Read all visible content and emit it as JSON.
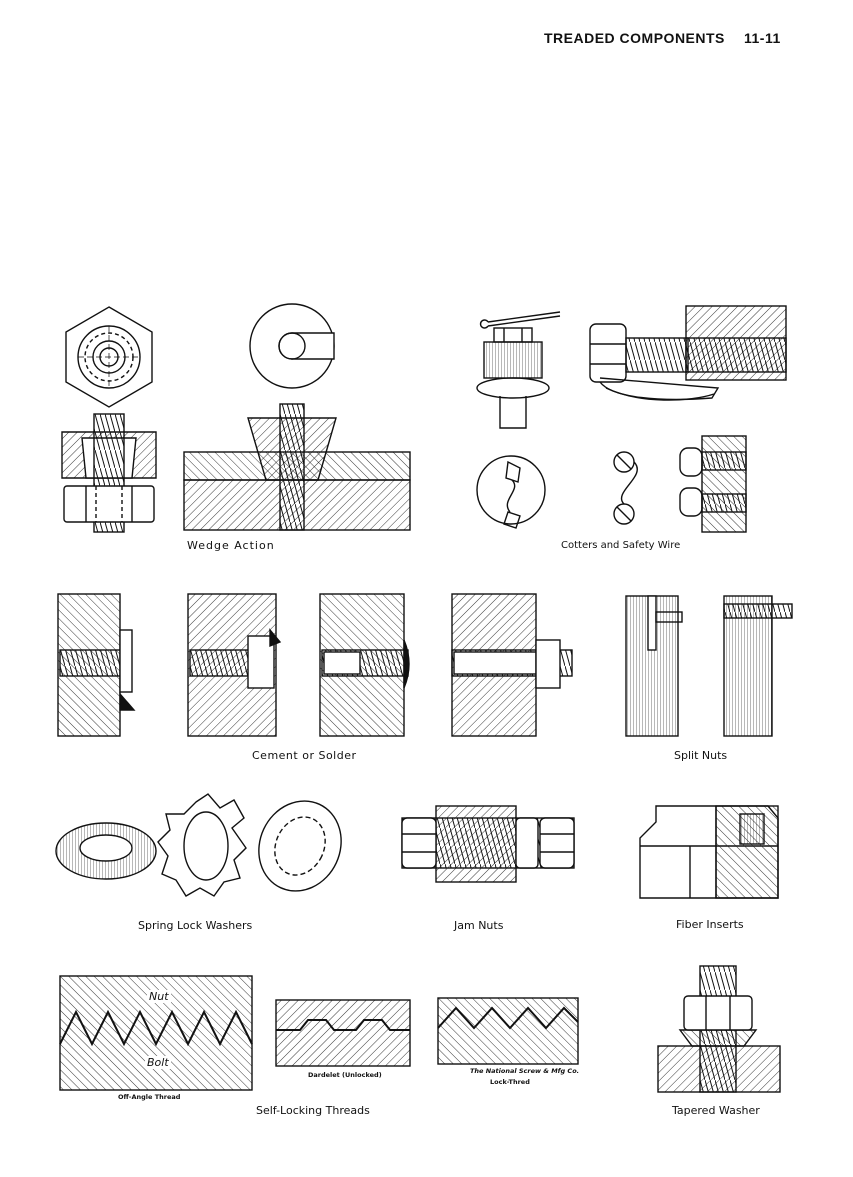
{
  "header": {
    "section_title": "TREADED COMPONENTS",
    "page_number": "11-11"
  },
  "captions": {
    "wedge_action": "Wedge Action",
    "cotters": "Cotters and Safety Wire",
    "cement": "Cement or Solder",
    "split_nuts": "Split Nuts",
    "spring_washers": "Spring Lock Washers",
    "jam_nuts": "Jam Nuts",
    "fiber_inserts": "Fiber Inserts",
    "self_locking": "Self-Locking Threads",
    "tapered_washer": "Tapered Washer"
  },
  "labels": {
    "nut": "Nut",
    "bolt": "Bolt",
    "off_angle": "Off-Angle Thread",
    "dardelet": "Dardelet (Unlocked)",
    "lock_thred_maker": "The National Screw & Mfg Co.",
    "lock_thred": "Lock-Thred"
  }
}
